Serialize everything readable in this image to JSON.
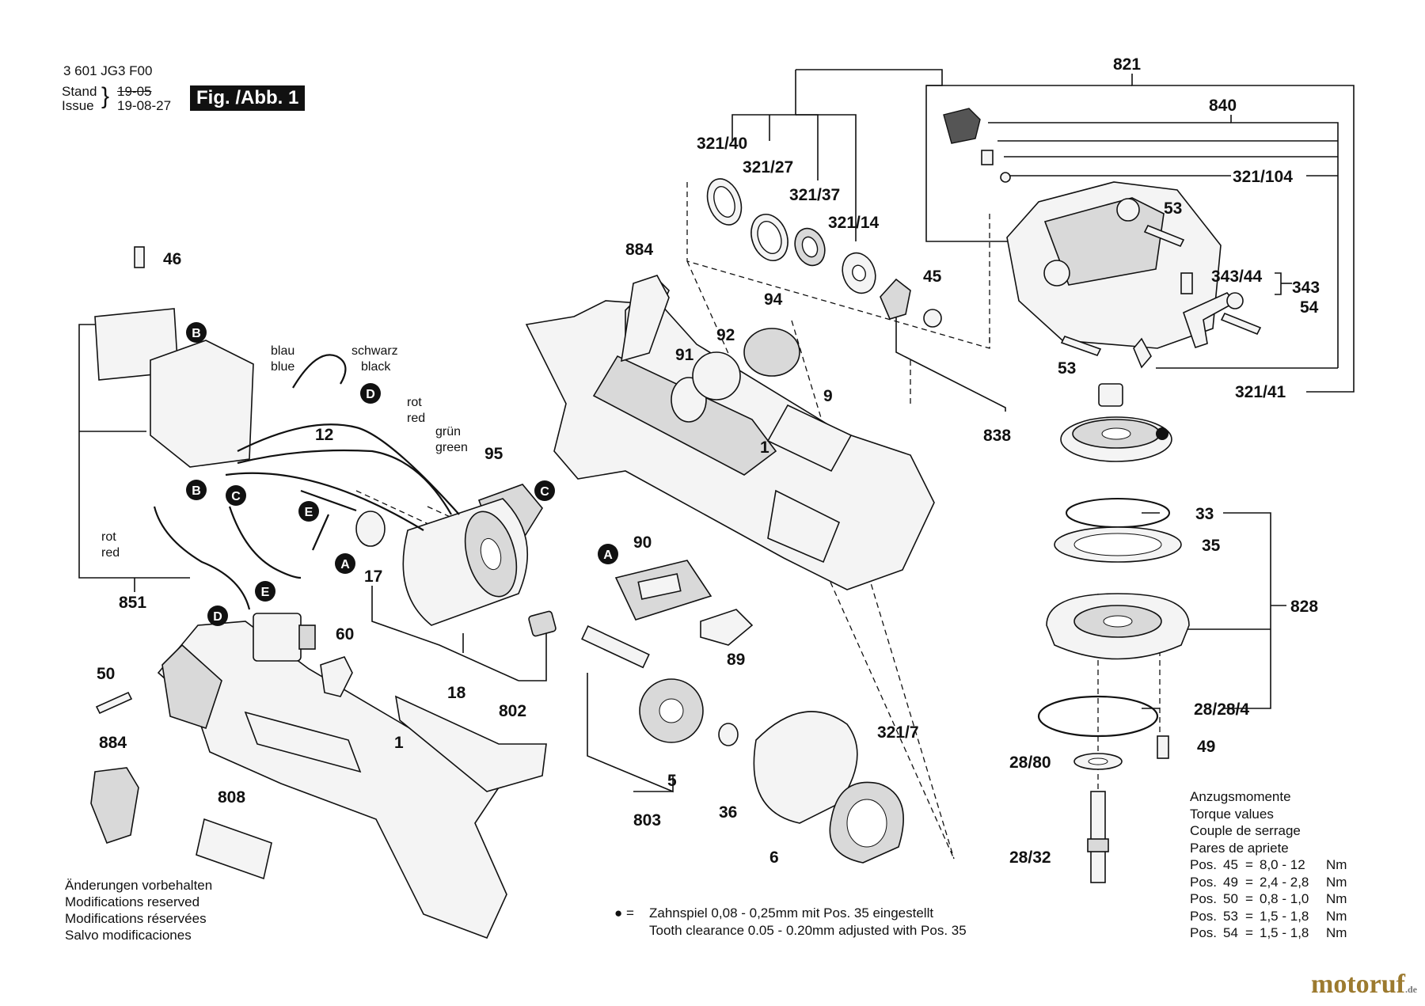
{
  "header": {
    "doc_number": "3 601 JG3 F00",
    "stand_label": "Stand",
    "issue_label": "Issue",
    "stand_date": "19-05",
    "issue_date": "19-08-27",
    "figure_label": "Fig. /Abb. 1"
  },
  "part_labels": [
    "821",
    "840",
    "321/104",
    "321/40",
    "321/27",
    "321/37",
    "321/14",
    "53",
    "343/44",
    "343",
    "54",
    "53",
    "45",
    "884",
    "94",
    "92",
    "91",
    "321/41",
    "838",
    "9",
    "1",
    "95",
    "46",
    "12",
    "17",
    "90",
    "89",
    "33",
    "35",
    "828",
    "851",
    "60",
    "50",
    "802",
    "18",
    "1",
    "5",
    "28/28/4",
    "884",
    "808",
    "803",
    "36",
    "6",
    "321/7",
    "49",
    "28/80",
    "28/32"
  ],
  "circle_markers": [
    "B",
    "D",
    "B",
    "C",
    "E",
    "A",
    "C",
    "A",
    "E",
    "D"
  ],
  "wire_labels": {
    "blue_de": "blau",
    "blue_en": "blue",
    "black_de": "schwarz",
    "black_en": "black",
    "red_de": "rot",
    "red_en": "red",
    "green_de": "grün",
    "green_en": "green",
    "red2_de": "rot",
    "red2_en": "red"
  },
  "notes": {
    "changes": [
      "Änderungen vorbehalten",
      "Modifications reserved",
      "Modifications réservées",
      "Salvo modificaciones"
    ],
    "clearance_symbol": "● =",
    "clearance_de": "Zahnspiel 0,08 - 0,25mm mit Pos. 35 eingestellt",
    "clearance_en": "Tooth clearance 0.05 - 0.20mm adjusted with Pos. 35"
  },
  "torque": {
    "headings": [
      "Anzugsmomente",
      "Torque values",
      "Couple de serrage",
      "Pares de apriete"
    ],
    "rows": [
      {
        "pos": "Pos.",
        "num": "45",
        "eq": "=",
        "value": "8,0 - 12",
        "unit": "Nm"
      },
      {
        "pos": "Pos.",
        "num": "49",
        "eq": "=",
        "value": "2,4 - 2,8",
        "unit": "Nm"
      },
      {
        "pos": "Pos.",
        "num": "50",
        "eq": "=",
        "value": "0,8 - 1,0",
        "unit": "Nm"
      },
      {
        "pos": "Pos.",
        "num": "53",
        "eq": "=",
        "value": "1,5 - 1,8",
        "unit": "Nm"
      },
      {
        "pos": "Pos.",
        "num": "54",
        "eq": "=",
        "value": "1,5 - 1,8",
        "unit": "Nm"
      }
    ]
  },
  "brand": {
    "name": "motoruf",
    "suffix": ".de"
  }
}
